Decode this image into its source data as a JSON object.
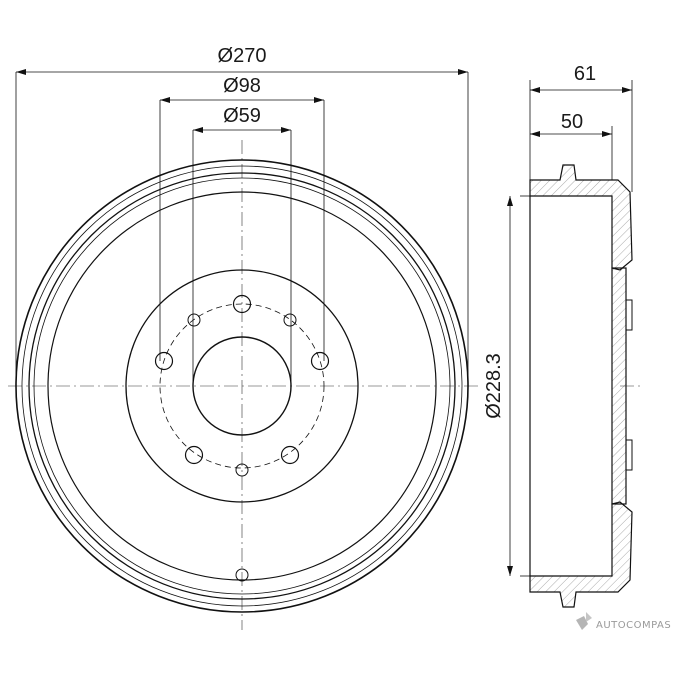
{
  "dimensions": {
    "outer_diameter": "Ø270",
    "pcd_diameter": "Ø98",
    "center_bore": "Ø59",
    "inner_diameter": "Ø228.3",
    "total_height": "61",
    "drum_depth": "50"
  },
  "watermark": {
    "text": "AUTOCOMPAS",
    "logo": "autocompas-logo-icon"
  },
  "colors": {
    "line": "#111111",
    "hatch": "#555555",
    "watermark": "#9a9a9a"
  }
}
